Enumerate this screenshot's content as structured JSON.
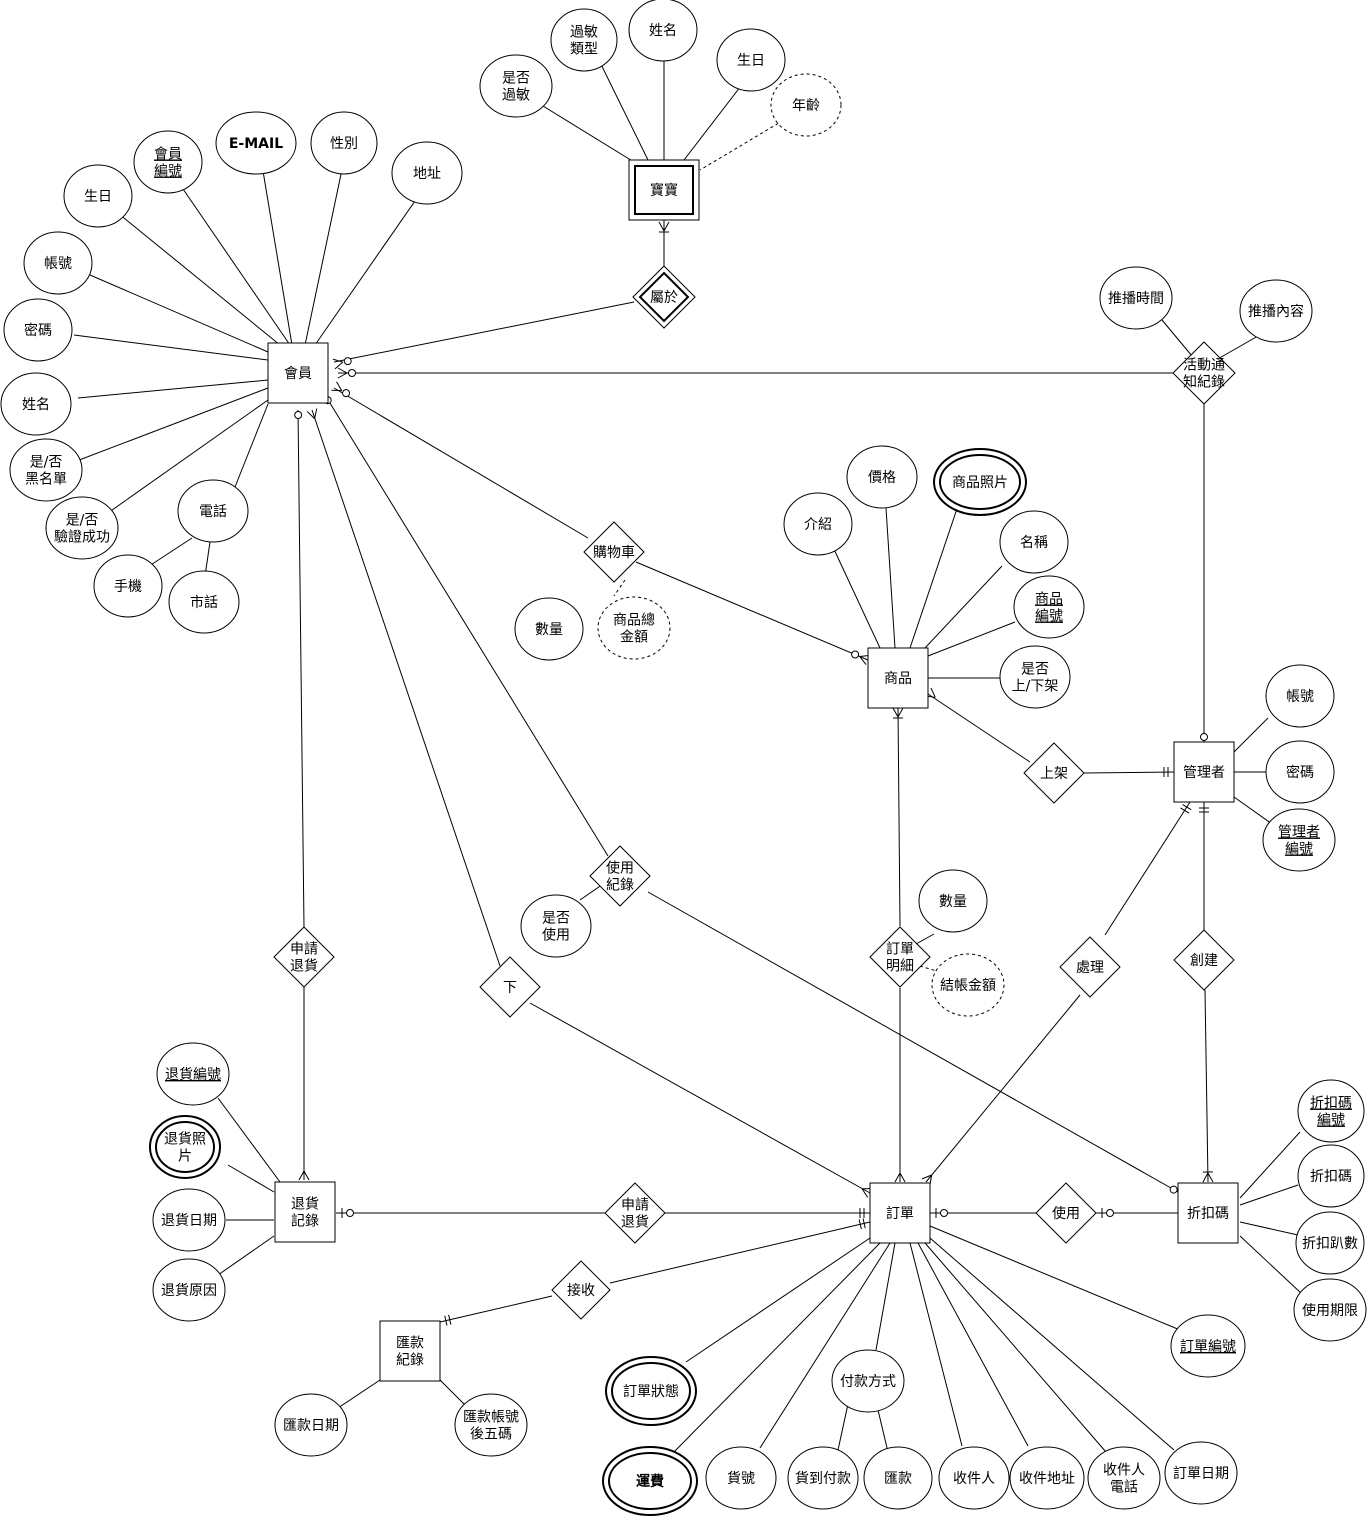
{
  "entities": {
    "baby": "寶寶",
    "member": "會員",
    "product": "商品",
    "admin": "管理者",
    "return_record": [
      "退貨",
      "記錄"
    ],
    "order": "訂單",
    "coupon": "折扣碼",
    "remit_record": [
      "匯款",
      "紀錄"
    ]
  },
  "relationships": {
    "belongs": "屬於",
    "campaign_log": [
      "活動通",
      "知紀錄"
    ],
    "cart": "購物車",
    "list_product": "上架",
    "usage_log": [
      "使用",
      "紀錄"
    ],
    "apply_return_member": [
      "申請",
      "退貨"
    ],
    "place_order": "下",
    "order_detail": [
      "訂單",
      "明細"
    ],
    "handle": "處理",
    "create": "創建",
    "apply_return_order": [
      "申請",
      "退貨"
    ],
    "use": "使用",
    "receive": "接收"
  },
  "baby_attributes": {
    "allergic": [
      "是否",
      "過敏"
    ],
    "allergy_type": [
      "過敏",
      "類型"
    ],
    "name": "姓名",
    "birthday": "生日",
    "age": "年齡"
  },
  "member_attributes": {
    "birthday": "生日",
    "member_id": [
      "會員",
      "編號"
    ],
    "email": "E-MAIL",
    "gender": "性別",
    "address": "地址",
    "account": "帳號",
    "password": "密碼",
    "name": "姓名",
    "blacklisted": [
      "是/否",
      "黑名單"
    ],
    "verified": [
      "是/否",
      "驗證成功"
    ],
    "phone": "電話",
    "mobile": "手機",
    "landline": "市話"
  },
  "campaign_attributes": {
    "push_time": "推播時間",
    "push_content": "推播內容"
  },
  "cart_attributes": {
    "quantity": "數量",
    "total": [
      "商品總",
      "金額"
    ]
  },
  "product_attributes": {
    "intro": "介紹",
    "price": "價格",
    "photo": "商品照片",
    "name": "名稱",
    "product_id": [
      "商品",
      "編號"
    ],
    "on_shelf": [
      "是否",
      "上/下架"
    ]
  },
  "admin_attributes": {
    "account": "帳號",
    "password": "密碼",
    "admin_id": [
      "管理者",
      "編號"
    ]
  },
  "usage_attributes": {
    "used": [
      "是否",
      "使用"
    ]
  },
  "detail_attributes": {
    "quantity": "數量",
    "checkout_amount": "結帳金額"
  },
  "return_attributes": {
    "return_id": "退貨編號",
    "photo": [
      "退貨照",
      "片"
    ],
    "date": "退貨日期",
    "reason": "退貨原因"
  },
  "coupon_attributes": {
    "code_id": [
      "折扣碼",
      "編號"
    ],
    "discount": "折扣碼",
    "discount_rate": "折扣趴數",
    "validity": "使用期限"
  },
  "order_attributes": {
    "order_id": "訂單編號",
    "status": "訂單狀態",
    "shipping": "運費",
    "tracking": "貨號",
    "payment": "付款方式",
    "cod": "貨到付款",
    "remit": "匯款",
    "recipient": "收件人",
    "address": "收件地址",
    "recipient_phone": [
      "收件人",
      "電話"
    ],
    "order_date": "訂單日期"
  },
  "remit_attributes": {
    "date": "匯款日期",
    "account_last5": [
      "匯款帳號",
      "後五碼"
    ]
  }
}
